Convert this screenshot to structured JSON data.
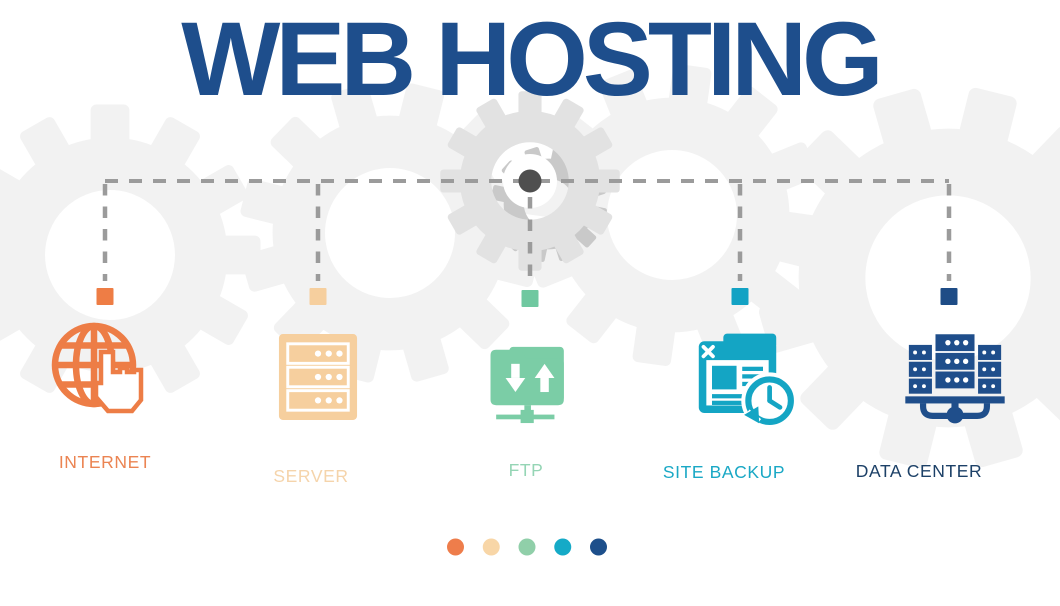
{
  "title": "WEB HOSTING",
  "items": [
    {
      "label": "INTERNET",
      "icon": "globe-cursor"
    },
    {
      "label": "SERVER",
      "icon": "server-rack"
    },
    {
      "label": "FTP",
      "icon": "ftp-folder-transfer"
    },
    {
      "label": "SITE BACKUP",
      "icon": "browser-backup-clock"
    },
    {
      "label": "DATA CENTER",
      "icon": "server-network"
    }
  ],
  "dots": [
    "#ee7d4b",
    "#f8d6a7",
    "#90cfa9",
    "#15aac7",
    "#1d4f8b"
  ],
  "css_vars": {
    "title-color": "#1e4e8c",
    "c1": "#ed7d46",
    "l1": "#eb8452",
    "sq1": "#ee7d45",
    "c2": "#f6cf9e",
    "l2": "#f5d4ab",
    "sq2": "#f6cf9e",
    "c3": "#7bcda6",
    "l3": "#95d5b5",
    "sq3": "#6fc8a0",
    "c4": "#14a5c4",
    "l4": "#1aa8c5",
    "sq4": "#12a2c4",
    "c5": "#1f4e8b",
    "l5": "#1c4067",
    "sq5": "#1e4c86",
    "dash": "#9b9b9b",
    "hub": "#4f4f4f",
    "gear-light": "#f2f2f2",
    "gear-mid": "#e2e2e2",
    "gear-dark": "#c9c9c9"
  }
}
